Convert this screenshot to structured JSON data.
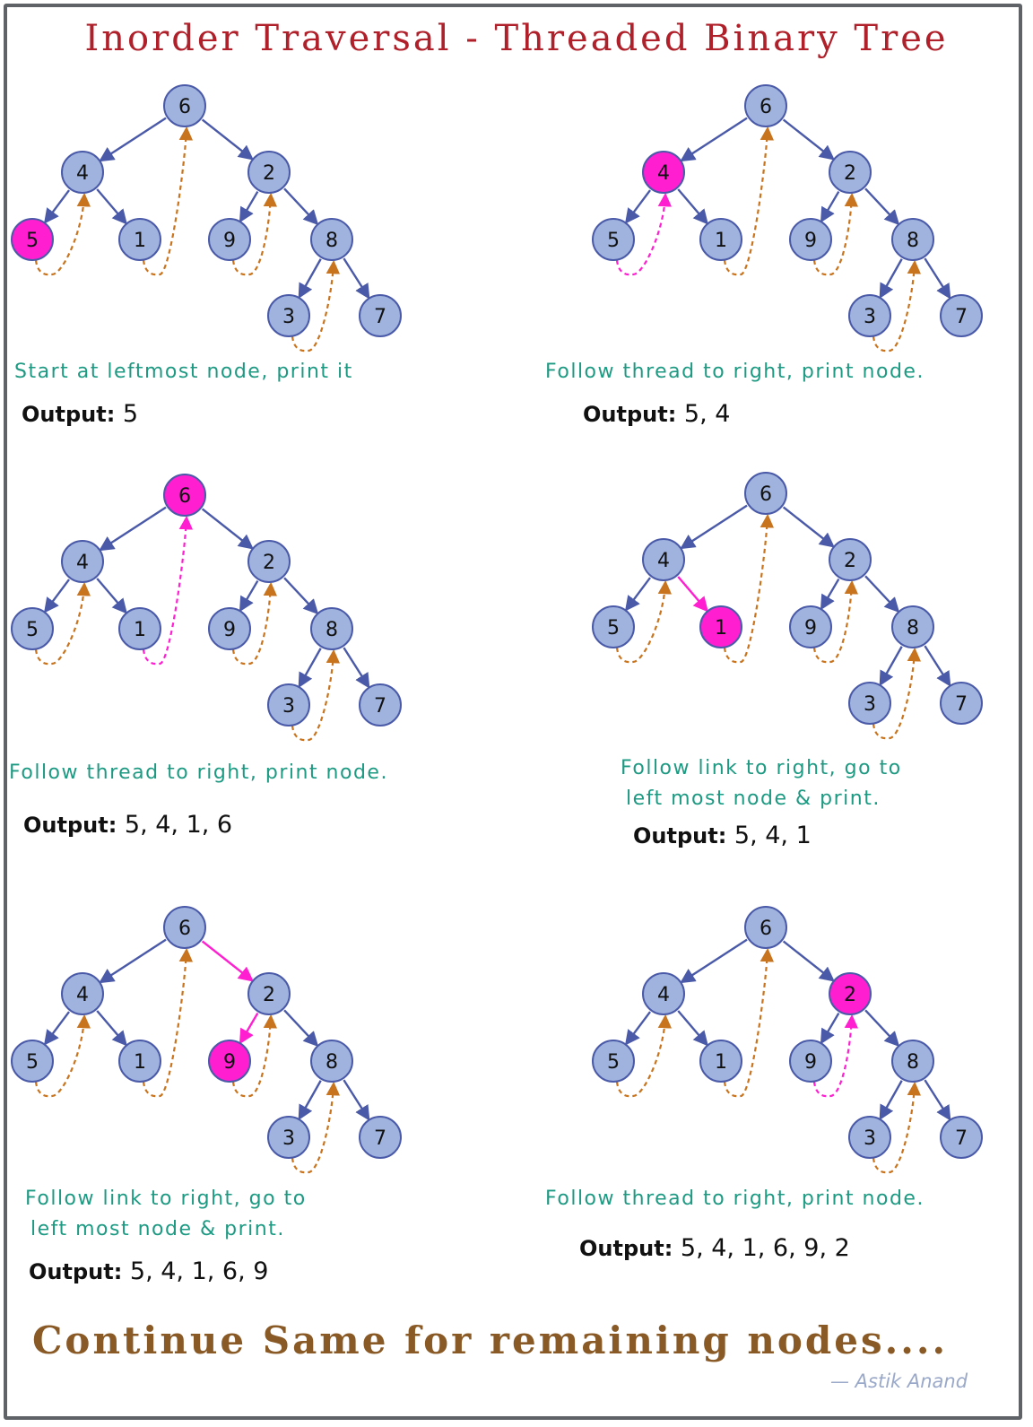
{
  "title": "Inorder Traversal - Threaded Binary Tree",
  "colors": {
    "node_fill": "#9fb3de",
    "node_stroke": "#4a5aa8",
    "highlight_fill": "#ff1fd0",
    "edge": "#4a5aa8",
    "thread": "#c8741e",
    "active_thread": "#ff1fd0",
    "title": "#b0202a",
    "caption": "#1e9a83",
    "footer": "#8a5a26"
  },
  "tree": {
    "nodes": [
      {
        "id": "6",
        "label": "6"
      },
      {
        "id": "4",
        "label": "4"
      },
      {
        "id": "2",
        "label": "2"
      },
      {
        "id": "5",
        "label": "5"
      },
      {
        "id": "1",
        "label": "1"
      },
      {
        "id": "9",
        "label": "9"
      },
      {
        "id": "8",
        "label": "8"
      },
      {
        "id": "3",
        "label": "3"
      },
      {
        "id": "7",
        "label": "7"
      }
    ],
    "edges": [
      {
        "from": "6",
        "to": "4"
      },
      {
        "from": "6",
        "to": "2"
      },
      {
        "from": "4",
        "to": "5"
      },
      {
        "from": "4",
        "to": "1"
      },
      {
        "from": "2",
        "to": "9"
      },
      {
        "from": "2",
        "to": "8"
      },
      {
        "from": "8",
        "to": "3"
      },
      {
        "from": "8",
        "to": "7"
      }
    ],
    "threads": [
      {
        "from": "5",
        "to": "4"
      },
      {
        "from": "1",
        "to": "6"
      },
      {
        "from": "9",
        "to": "2"
      },
      {
        "from": "3",
        "to": "8"
      }
    ]
  },
  "steps": [
    {
      "highlight": "5",
      "active_thread": null,
      "active_edges": [],
      "caption": [
        "Start at leftmost node, print it"
      ],
      "output_label": "Output:",
      "output_value": "5"
    },
    {
      "highlight": "4",
      "active_thread": "5",
      "active_edges": [],
      "caption": [
        "Follow thread to right, print node."
      ],
      "output_label": "Output:",
      "output_value": "5, 4"
    },
    {
      "highlight": "6",
      "active_thread": "1",
      "active_edges": [],
      "caption": [
        "Follow thread to right, print node."
      ],
      "output_label": "Output:",
      "output_value": "5, 4, 1, 6"
    },
    {
      "highlight": "1",
      "active_thread": null,
      "active_edges": [
        {
          "from": "4",
          "to": "1"
        }
      ],
      "caption": [
        "Follow link to right, go to",
        "left most node & print."
      ],
      "output_label": "Output:",
      "output_value": "5, 4, 1"
    },
    {
      "highlight": "9",
      "active_thread": null,
      "active_edges": [
        {
          "from": "6",
          "to": "2"
        },
        {
          "from": "2",
          "to": "9"
        }
      ],
      "caption": [
        "Follow link to right, go to",
        "left most node & print."
      ],
      "output_label": "Output:",
      "output_value": "5, 4, 1, 6, 9"
    },
    {
      "highlight": "2",
      "active_thread": "9",
      "active_edges": [],
      "caption": [
        "Follow thread to right, print node."
      ],
      "output_label": "Output:",
      "output_value": "5, 4, 1, 6, 9, 2"
    }
  ],
  "footer": "Continue Same for remaining nodes....",
  "signature": "— Astik Anand"
}
